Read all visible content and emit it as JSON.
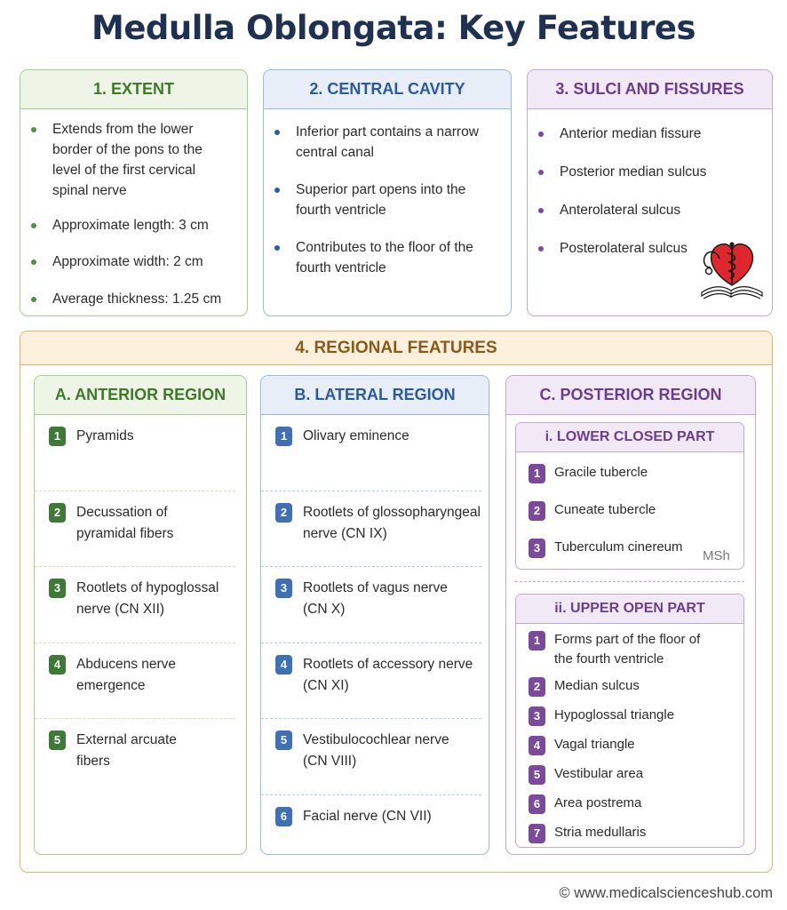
{
  "title": "Medulla Oblongata: Key Features",
  "extent": {
    "heading": "1. EXTENT",
    "items": [
      "Extends from the lower border of the pons to the level of the first cervical spinal nerve",
      "Approximate length: 3 cm",
      "Approximate width: 2 cm",
      "Average thickness: 1.25 cm"
    ]
  },
  "central_cavity": {
    "heading": "2. CENTRAL CAVITY",
    "items": [
      "Inferior part contains a narrow central canal",
      "Superior part opens into the fourth ventricle",
      "Contributes to the floor of the fourth ventricle"
    ]
  },
  "sulci": {
    "heading": "3. SULCI AND FISSURES",
    "items": [
      "Anterior median fissure",
      "Posterior median sulcus",
      "Anterolateral sulcus",
      "Posterolateral sulcus"
    ]
  },
  "regional": {
    "heading": "4. REGIONAL FEATURES",
    "anterior": {
      "heading": "A. ANTERIOR REGION",
      "items": [
        {
          "num": "1",
          "text": "Pyramids"
        },
        {
          "num": "2",
          "text": "Decussation of pyramidal fibers"
        },
        {
          "num": "3",
          "text": "Rootlets of hypoglossal nerve (CN XII)"
        },
        {
          "num": "4",
          "text": "Abducens nerve emergence"
        },
        {
          "num": "5",
          "text": "External arcuate fibers"
        }
      ]
    },
    "lateral": {
      "heading": "B. LATERAL REGION",
      "items": [
        {
          "num": "1",
          "text": "Olivary eminence"
        },
        {
          "num": "2",
          "text": "Rootlets of glossopharyngeal nerve (CN IX)"
        },
        {
          "num": "3",
          "text": "Rootlets of vagus nerve (CN X)"
        },
        {
          "num": "4",
          "text": "Rootlets of accessory nerve (CN XI)"
        },
        {
          "num": "5",
          "text": "Vestibulocochlear nerve (CN VIII)"
        },
        {
          "num": "6",
          "text": "Facial nerve (CN VII)"
        }
      ]
    },
    "posterior": {
      "heading": "C. POSTERIOR REGION",
      "lower": {
        "heading": "i. LOWER CLOSED PART",
        "items": [
          {
            "num": "1",
            "text": "Gracile tubercle"
          },
          {
            "num": "2",
            "text": "Cuneate tubercle"
          },
          {
            "num": "3",
            "text": "Tuberculum cinereum"
          }
        ]
      },
      "upper": {
        "heading": "ii. UPPER OPEN PART",
        "items": [
          {
            "num": "1",
            "text": "Forms part of the floor of the fourth ventricle"
          },
          {
            "num": "2",
            "text": "Median sulcus"
          },
          {
            "num": "3",
            "text": "Hypoglossal triangle"
          },
          {
            "num": "4",
            "text": "Vagal triangle"
          },
          {
            "num": "5",
            "text": "Vestibular area"
          },
          {
            "num": "6",
            "text": "Area postrema"
          },
          {
            "num": "7",
            "text": "Stria medullaris"
          }
        ]
      }
    }
  },
  "watermark": "MSh",
  "footer": "© www.medicalscienceshub.com",
  "logo_icon": "heart-stethoscope-book-logo"
}
